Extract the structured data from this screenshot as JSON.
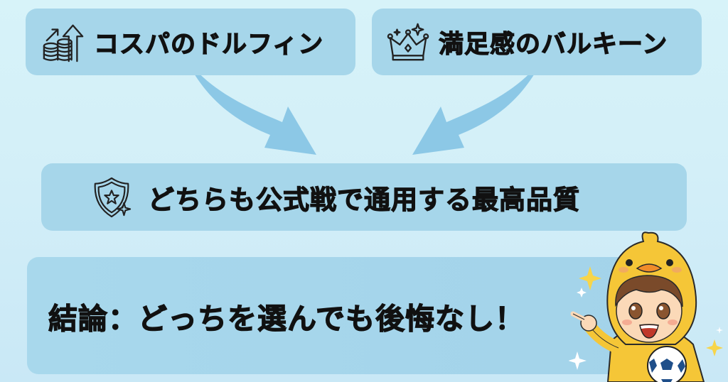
{
  "colors": {
    "background": "#d5f1f8",
    "box_fill": "#a6d6ea",
    "arrow_fill": "#8cc8e6",
    "text": "#111111",
    "mascot_hood": "#f5c637",
    "sparkle": "#f7d54a"
  },
  "top_left": {
    "label": "コスパのドルフィン",
    "icon": "coins-growth-icon"
  },
  "top_right": {
    "label": "満足感のバルキーン",
    "icon": "crown-icon"
  },
  "middle": {
    "label": "どちらも公式戦で通用する最高品質",
    "icon": "shield-star-icon"
  },
  "conclusion": {
    "label": "結論：どっちを選んでも後悔なし！"
  },
  "mascot": {
    "description": "chick-hood-boy-with-soccer-ball",
    "icon": "mascot-character"
  }
}
